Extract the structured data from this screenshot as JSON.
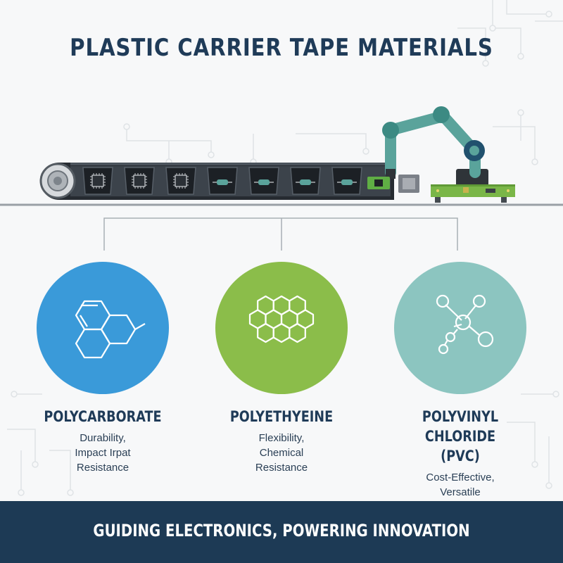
{
  "title": "PLASTIC CARRIER TAPE MATERIALS",
  "colors": {
    "navy": "#1d3a55",
    "blue": "#3a9ad9",
    "green": "#8bbd4a",
    "teal": "#8cc5c0",
    "robot": "#5aa39b",
    "pcb": "#7ab648"
  },
  "conveyor": {
    "pockets": [
      "chip-icon",
      "chip-icon",
      "chip-icon",
      "resistor-icon",
      "resistor-icon",
      "resistor-icon",
      "resistor-icon"
    ]
  },
  "materials": [
    {
      "name": "POLYCARBORATE",
      "description": [
        "Durability,",
        "Impact Irpat",
        "Resistance"
      ],
      "color": "#3a9ad9",
      "icon": "benzene-ring-molecule-icon"
    },
    {
      "name": "POLYETHYEINE",
      "description": [
        "Flexibility,",
        "Chemical",
        "Resistance"
      ],
      "color": "#8bbd4a",
      "icon": "hexagon-lattice-icon"
    },
    {
      "name": "POLYVINYL CHLORIDE (PVC)",
      "name_lines": [
        "POLYVINYL CHLORIDE",
        "(PVC)"
      ],
      "description": [
        "Cost-Effective,",
        "Versatile"
      ],
      "color": "#8cc5c0",
      "icon": "molecule-nodes-icon"
    }
  ],
  "footer": "GUIDING ELECTRONICS, POWERING INNOVATION"
}
